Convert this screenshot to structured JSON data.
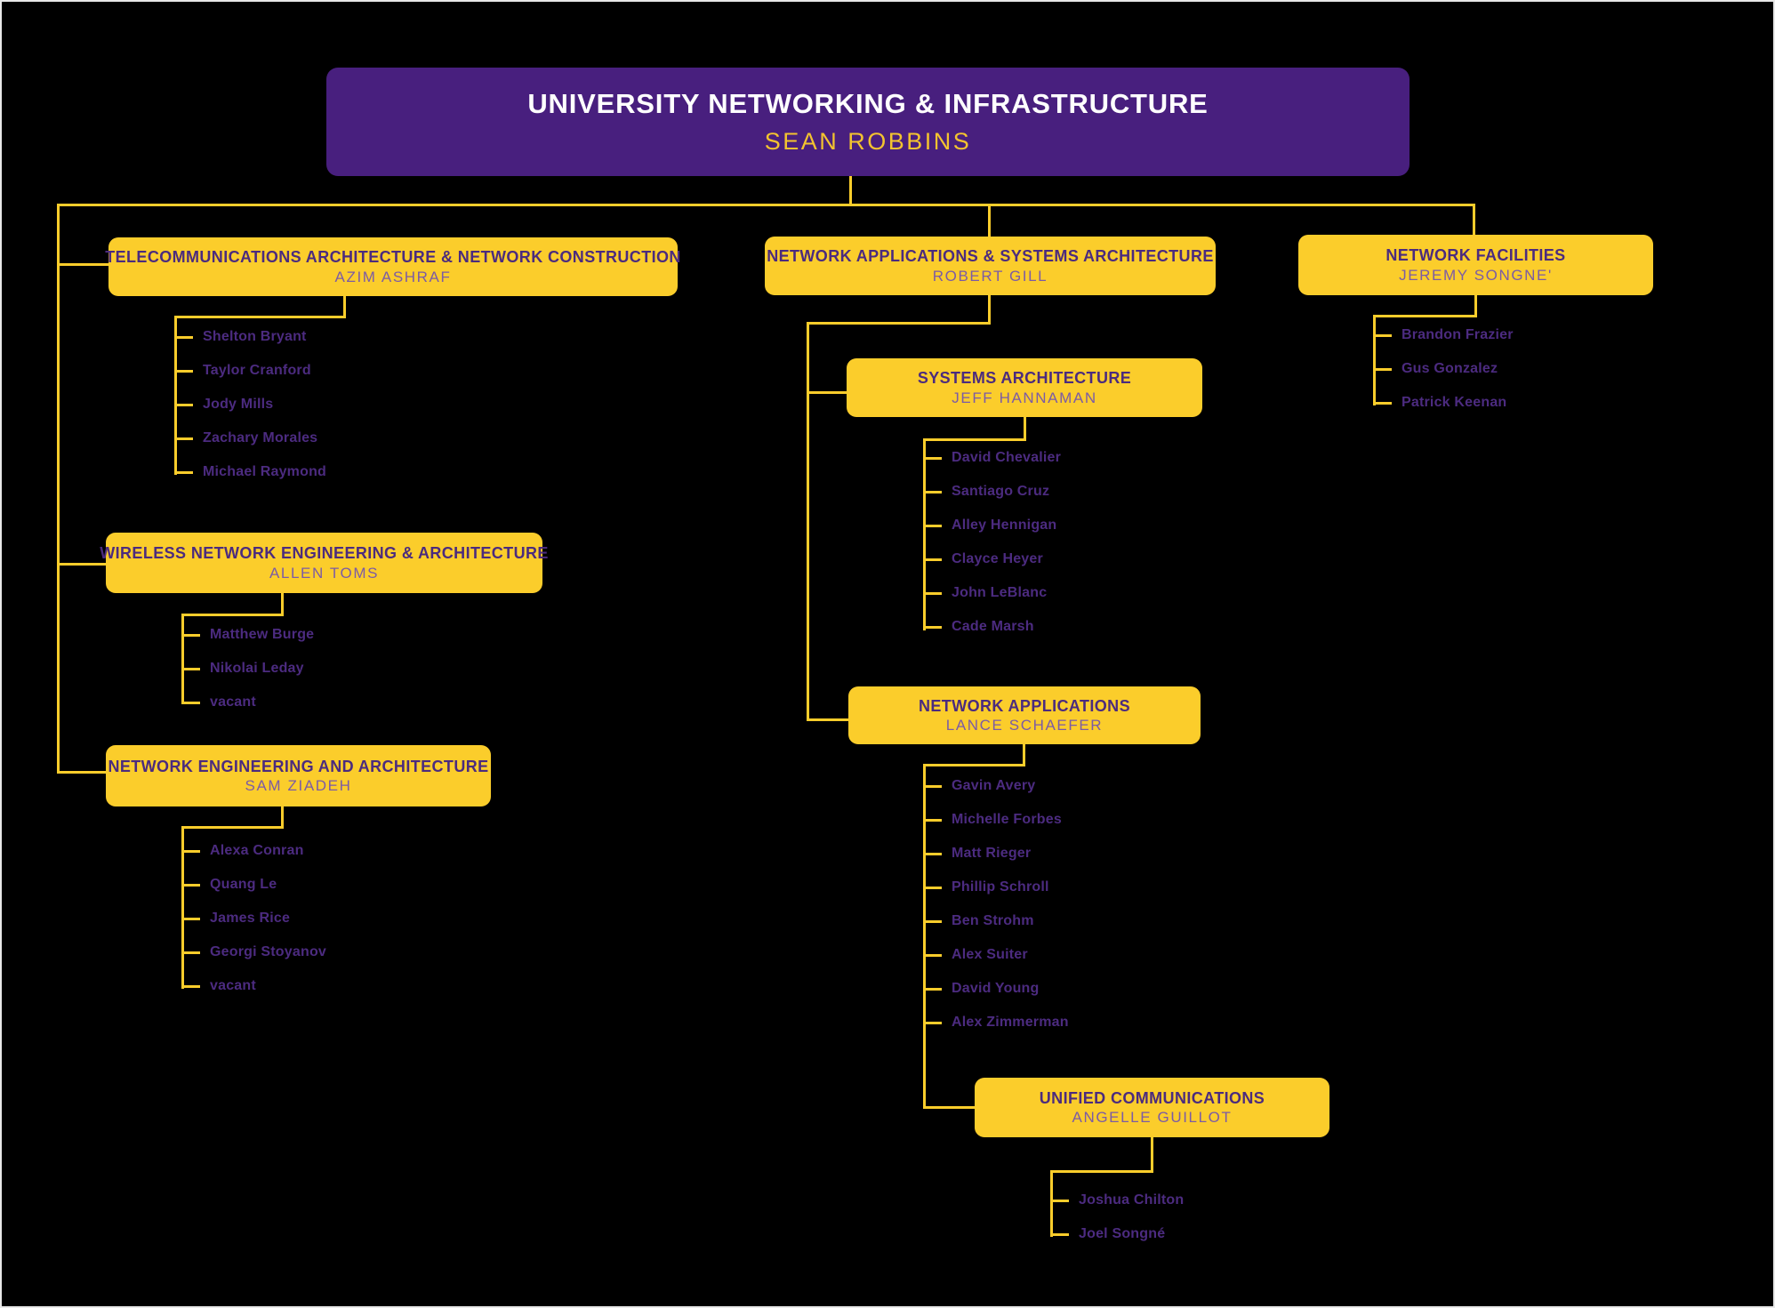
{
  "root": {
    "title": "UNIVERSITY NETWORKING & INFRASTRUCTURE",
    "manager": "SEAN ROBBINS"
  },
  "departments": [
    {
      "title": "TELECOMMUNICATIONS ARCHITECTURE & NETWORK CONSTRUCTION",
      "manager": "AZIM ASHRAF",
      "staff": [
        "Shelton Bryant",
        "Taylor Cranford",
        "Jody Mills",
        "Zachary Morales",
        "Michael Raymond"
      ]
    },
    {
      "title": "WIRELESS NETWORK ENGINEERING & ARCHITECTURE",
      "manager": "ALLEN TOMS",
      "staff": [
        "Matthew Burge",
        "Nikolai Leday",
        "vacant"
      ]
    },
    {
      "title": "NETWORK ENGINEERING AND ARCHITECTURE",
      "manager": "SAM ZIADEH",
      "staff": [
        "Alexa Conran",
        "Quang Le",
        "James Rice",
        "Georgi Stoyanov",
        "vacant"
      ]
    },
    {
      "title": "NETWORK APPLICATIONS & SYSTEMS ARCHITECTURE",
      "manager": "ROBERT GILL",
      "staff": []
    },
    {
      "title": "SYSTEMS ARCHITECTURE",
      "manager": "JEFF HANNAMAN",
      "staff": [
        "David Chevalier",
        "Santiago Cruz",
        "Alley Hennigan",
        "Clayce Heyer",
        "John LeBlanc",
        "Cade Marsh"
      ]
    },
    {
      "title": "NETWORK APPLICATIONS",
      "manager": "LANCE SCHAEFER",
      "staff": [
        "Gavin Avery",
        "Michelle Forbes",
        "Matt Rieger",
        "Phillip Schroll",
        "Ben Strohm",
        "Alex Suiter",
        "David Young",
        "Alex Zimmerman"
      ]
    },
    {
      "title": "UNIFIED COMMUNICATIONS",
      "manager": "ANGELLE GUILLOT",
      "staff": [
        "Joshua Chilton",
        "Joel Songné"
      ]
    },
    {
      "title": "NETWORK FACILITIES",
      "manager": "JEREMY SONGNE'",
      "staff": [
        "Brandon Frazier",
        "Gus Gonzalez",
        "Patrick Keenan"
      ]
    }
  ],
  "colors": {
    "background": "#000000",
    "box_yellow": "#FBCD2B",
    "box_purple": "#481F7E",
    "title_dark_purple": "#4B2B7E",
    "manager_light_purple": "#7B5BA6",
    "staff_purple": "#4C2B80",
    "root_title_white": "#FFFFFF",
    "root_manager_gold": "#F3C32F",
    "connector_yellow": "#FBCD2B"
  }
}
